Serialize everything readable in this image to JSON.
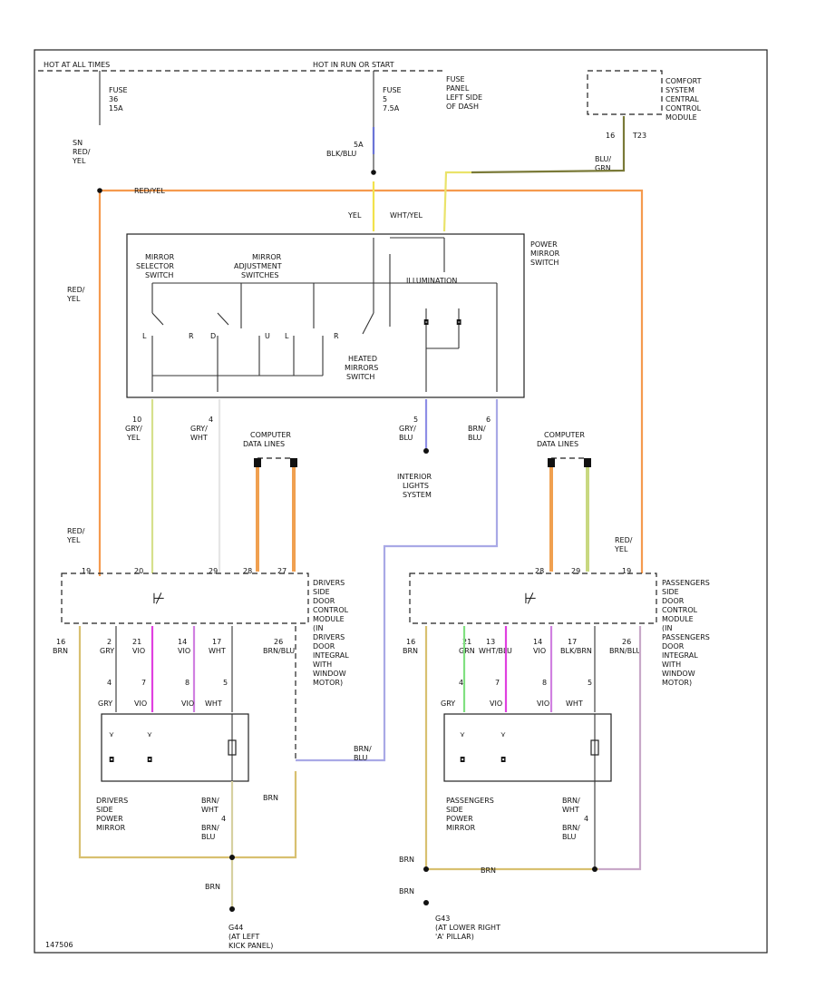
{
  "top": {
    "hot_label": "HOT AT ALL TIMES",
    "hot_run_label": "HOT IN RUN OR START",
    "fuse_left": [
      "FUSE",
      "36",
      "15A"
    ],
    "fuse_mid": [
      "FUSE",
      "5",
      "7.5A"
    ],
    "fuse_panel": [
      "FUSE",
      "PANEL",
      "LEFT SIDE",
      "OF DASH"
    ],
    "comfort": [
      "COMFORT",
      "SYSTEM",
      "CENTRAL",
      "CONTROL",
      "MODULE"
    ],
    "comfort_pin": [
      "16",
      "T23"
    ],
    "wire_left": [
      "SN",
      "RED/",
      "YEL"
    ],
    "wire_mid": [
      "5A",
      "BLK/BLU"
    ],
    "wire_right": [
      "BLU/",
      "GRN"
    ],
    "red_yel_label": "RED/YEL"
  },
  "switch": {
    "title": [
      "POWER",
      "MIRROR",
      "SWITCH"
    ],
    "selector": [
      "MIRROR",
      "SELECTOR",
      "SWITCH"
    ],
    "adjust": [
      "MIRROR",
      "ADJUSTMENT",
      "SWITCHES"
    ],
    "illum": "ILLUMINATION",
    "heated": [
      "HEATED",
      "MIRRORS",
      "SWITCH"
    ],
    "pos": [
      "L",
      "R",
      "D",
      "U",
      "L",
      "R"
    ],
    "yel": "YEL",
    "wht_yel": "WHT/YEL",
    "red_yel_side": [
      "RED/",
      "YEL"
    ]
  },
  "mid": {
    "w1": [
      "10",
      "GRY/",
      "YEL"
    ],
    "w2": [
      "4",
      "GRY/",
      "WHT"
    ],
    "w3": [
      "5",
      "GRY/",
      "BLU"
    ],
    "w4": [
      "6",
      "BRN/",
      "BLU"
    ],
    "computer_left": [
      "COMPUTER",
      "DATA LINES"
    ],
    "computer_right": [
      "COMPUTER",
      "DATA LINES"
    ],
    "interior": [
      "INTERIOR",
      "LIGHTS",
      "SYSTEM"
    ],
    "red_yel_left": [
      "RED/",
      "YEL"
    ],
    "red_yel_right": [
      "RED/",
      "YEL"
    ]
  },
  "left_module": {
    "desc": [
      "DRIVERS",
      "SIDE",
      "DOOR",
      "CONTROL",
      "MODULE",
      "(IN",
      "DRIVERS",
      "DOOR",
      "INTEGRAL",
      "WITH",
      "WINDOW",
      "MOTOR)"
    ],
    "pins_top": [
      "19",
      "20",
      "29",
      "28",
      "27"
    ],
    "pins_bottom": [
      "16",
      "2",
      "21",
      "14",
      "17",
      "26"
    ],
    "wires_bottom": [
      "BRN",
      "GRY",
      "VIO",
      "VIO",
      "WHT",
      "BRN/BLU"
    ],
    "mirror_pins": [
      "4",
      "7",
      "8",
      "5"
    ],
    "mirror_wires": [
      "GRY",
      "VIO",
      "VIO",
      "WHT"
    ],
    "mirror_label": [
      "DRIVERS",
      "SIDE",
      "POWER",
      "MIRROR"
    ],
    "gnd_wires": [
      "BRN/",
      "WHT",
      "4",
      "BRN/",
      "BLU"
    ],
    "brn": "BRN",
    "brn_blu_side": [
      "BRN/",
      "BLU"
    ],
    "ground": [
      "G44",
      "(AT LEFT",
      "KICK PANEL)"
    ]
  },
  "right_module": {
    "desc": [
      "PASSENGERS",
      "SIDE",
      "DOOR",
      "CONTROL",
      "MODULE",
      "(IN",
      "PASSENGERS",
      "DOOR",
      "INTEGRAL",
      "WITH",
      "WINDOW",
      "MOTOR)"
    ],
    "pins_top": [
      "28",
      "29",
      "19"
    ],
    "pins_bottom": [
      "16",
      "21",
      "13",
      "14",
      "17",
      "26"
    ],
    "wires_bottom": [
      "BRN",
      "GRN",
      "WHT/BLU",
      "VIO",
      "BLK/BRN",
      "BRN/BLU"
    ],
    "mirror_pins": [
      "4",
      "7",
      "8",
      "5"
    ],
    "mirror_wires": [
      "GRY",
      "VIO",
      "VIO",
      "WHT"
    ],
    "mirror_label": [
      "PASSENGERS",
      "SIDE",
      "POWER",
      "MIRROR"
    ],
    "gnd_wires": [
      "BRN/",
      "WHT",
      "4",
      "BRN/",
      "BLU"
    ],
    "brn": "BRN",
    "brn2": "BRN",
    "ground": [
      "G43",
      "(AT LOWER RIGHT",
      "'A' PILLAR)"
    ]
  },
  "footer": "147506"
}
